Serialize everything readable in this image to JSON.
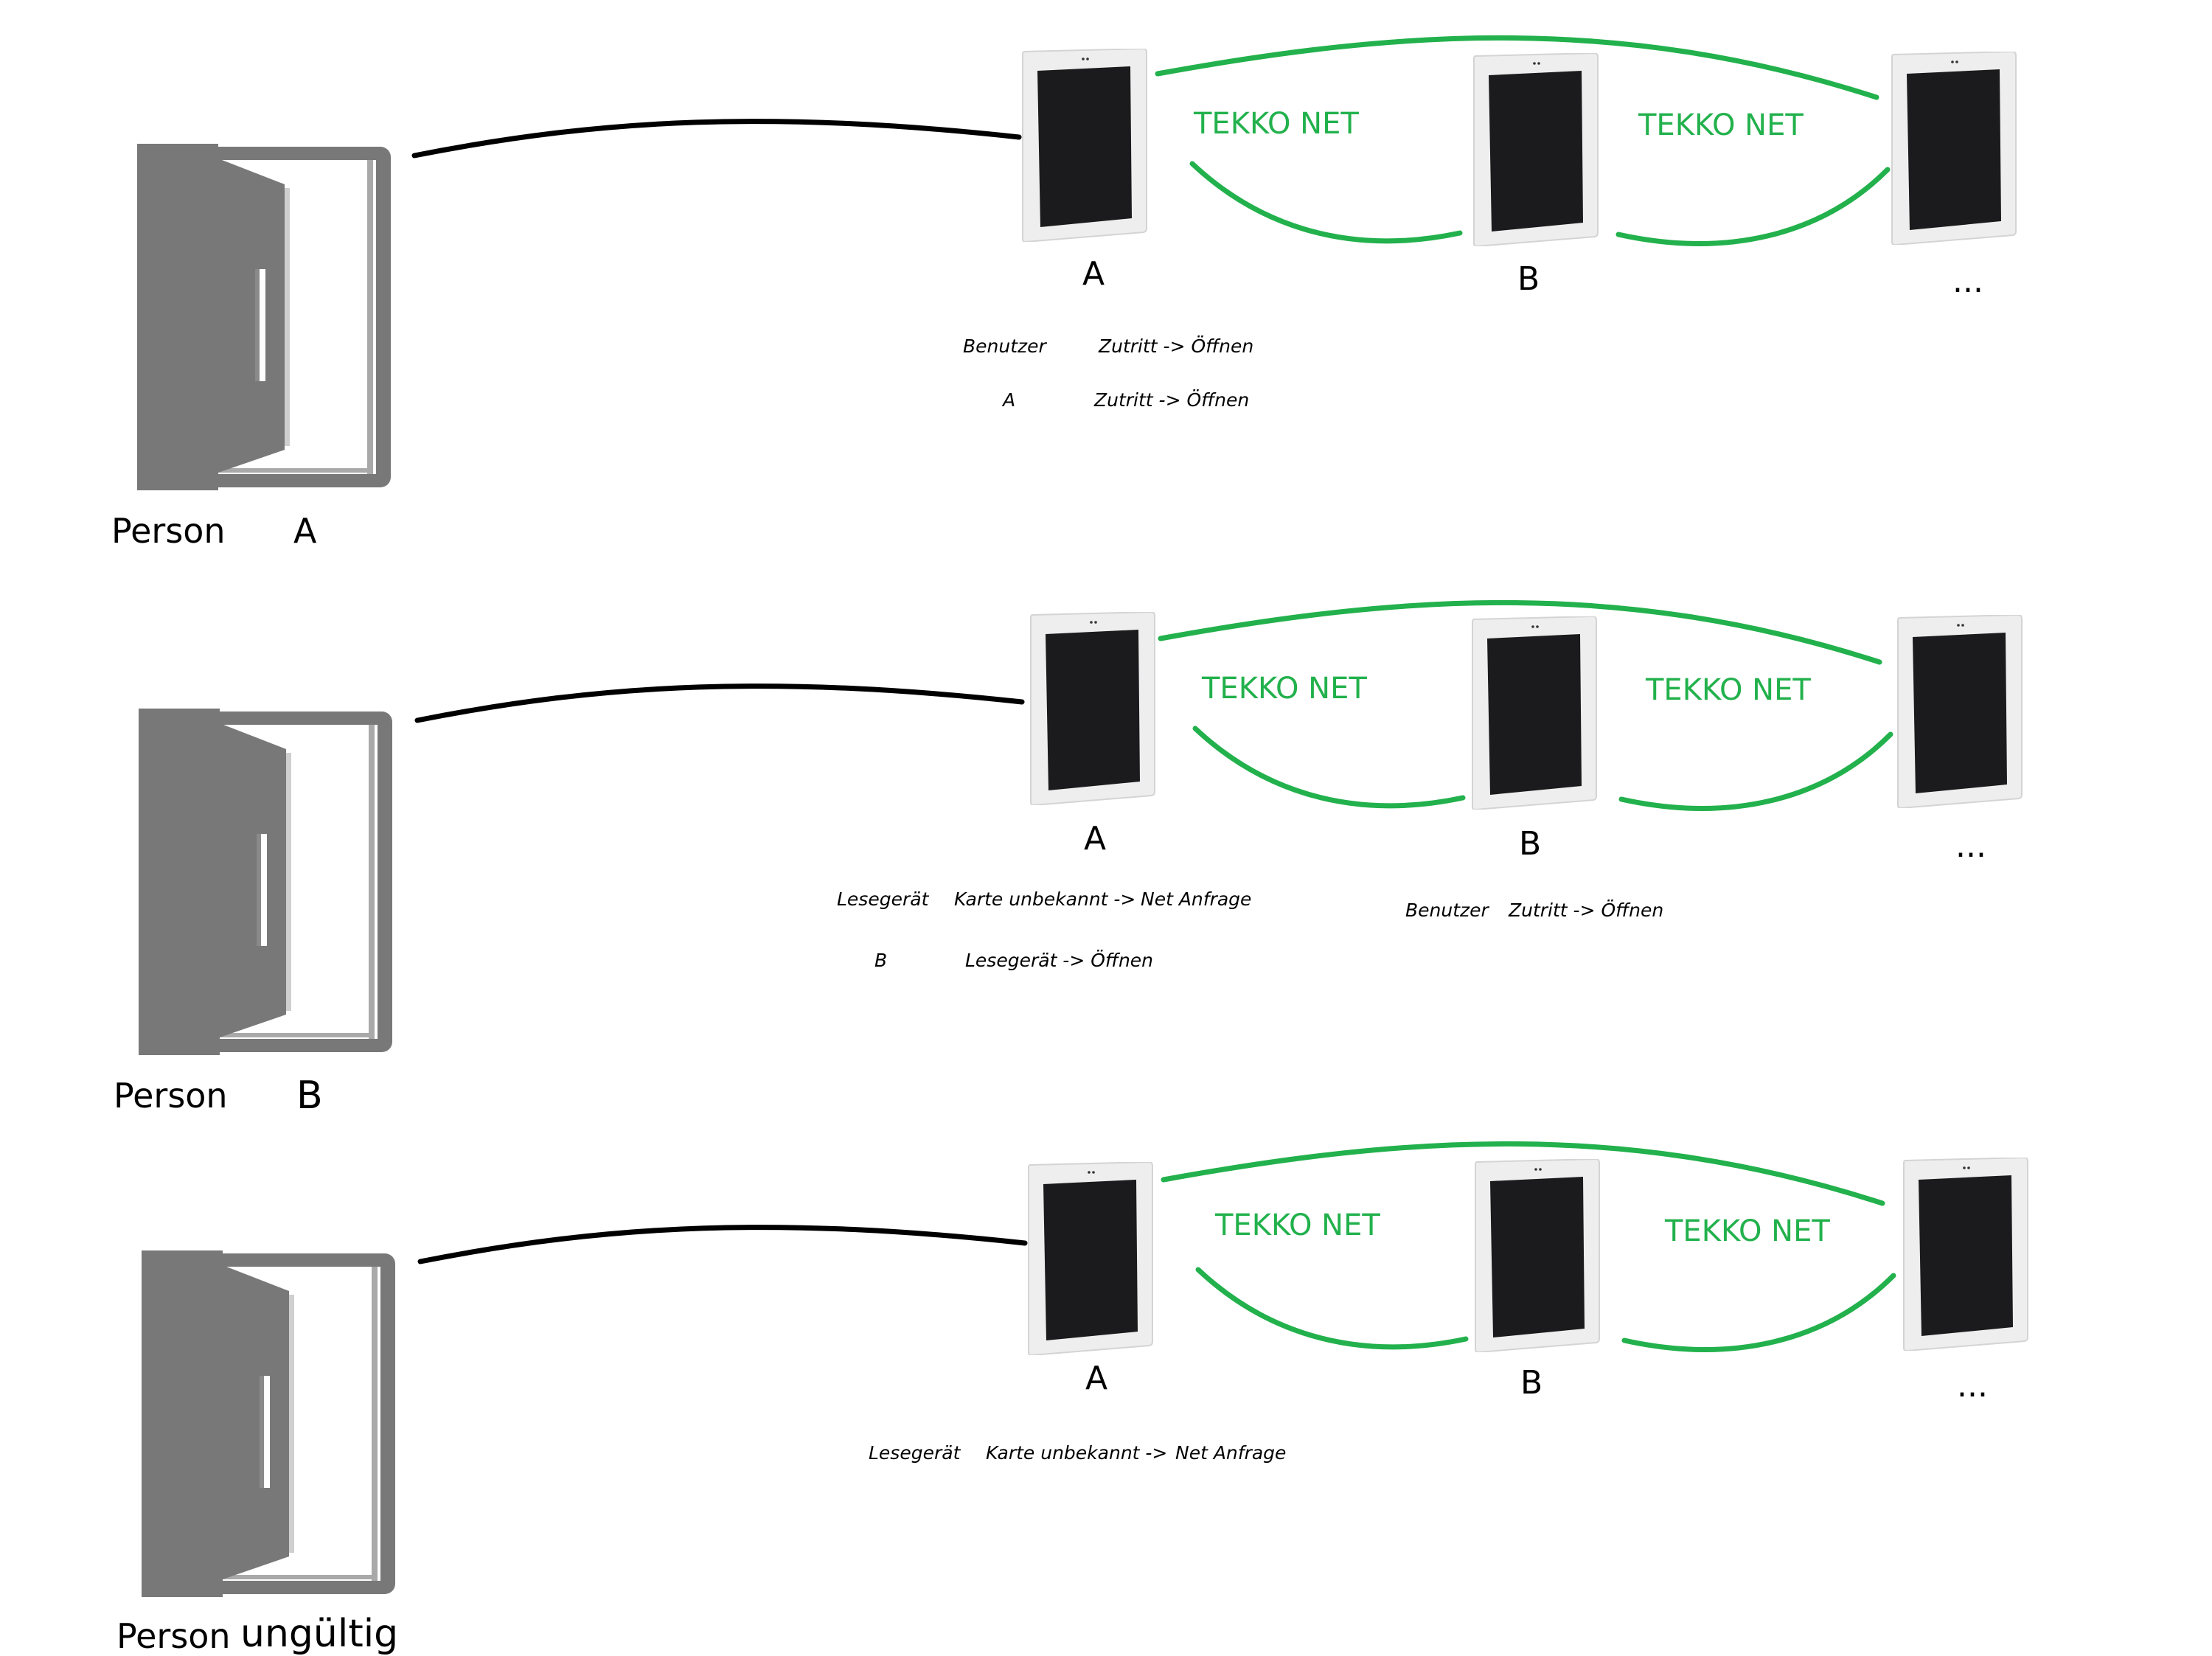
{
  "colors": {
    "network_line": "#22b14c",
    "wire": "#000000",
    "door": "#787878",
    "device_frame": "#ececec",
    "device_screen": "#1b1b1d"
  },
  "rows": [
    {
      "person_label": "Person",
      "person_id": "A",
      "devices": [
        {
          "label": "A",
          "icon": "card-reader-terminal"
        },
        {
          "label": "B",
          "icon": "card-reader-terminal"
        },
        {
          "label": "...",
          "icon": "card-reader-terminal"
        }
      ],
      "network_labels": [
        "TEKKO NET",
        "TEKKO NET"
      ],
      "notes": [
        {
          "col1": "Benutzer",
          "col2": "Zutritt -> Öffnen"
        },
        {
          "col1": "A",
          "col2": "Zutritt -> Öffnen"
        }
      ],
      "remote_note": null
    },
    {
      "person_label": "Person",
      "person_id": "B",
      "devices": [
        {
          "label": "A",
          "icon": "card-reader-terminal"
        },
        {
          "label": "B",
          "icon": "card-reader-terminal"
        },
        {
          "label": "...",
          "icon": "card-reader-terminal"
        }
      ],
      "network_labels": [
        "TEKKO NET",
        "TEKKO NET"
      ],
      "notes": [
        {
          "col1": "Lesegerät",
          "col2": "Karte unbekannt ->",
          "col3": "Net Anfrage"
        },
        {
          "col1": "B",
          "col2": "Lesegerät -> Öffnen"
        }
      ],
      "remote_note": {
        "col1": "Benutzer",
        "col2": "Zutritt -> Öffnen"
      }
    },
    {
      "person_label": "Person",
      "person_id": "ungültig",
      "devices": [
        {
          "label": "A",
          "icon": "card-reader-terminal"
        },
        {
          "label": "B",
          "icon": "card-reader-terminal"
        },
        {
          "label": "...",
          "icon": "card-reader-terminal"
        }
      ],
      "network_labels": [
        "TEKKO NET",
        "TEKKO NET"
      ],
      "notes": [
        {
          "col1": "Lesegerät",
          "col2": "Karte unbekannt ->",
          "col3": "Net Anfrage"
        }
      ],
      "remote_note": null
    }
  ]
}
